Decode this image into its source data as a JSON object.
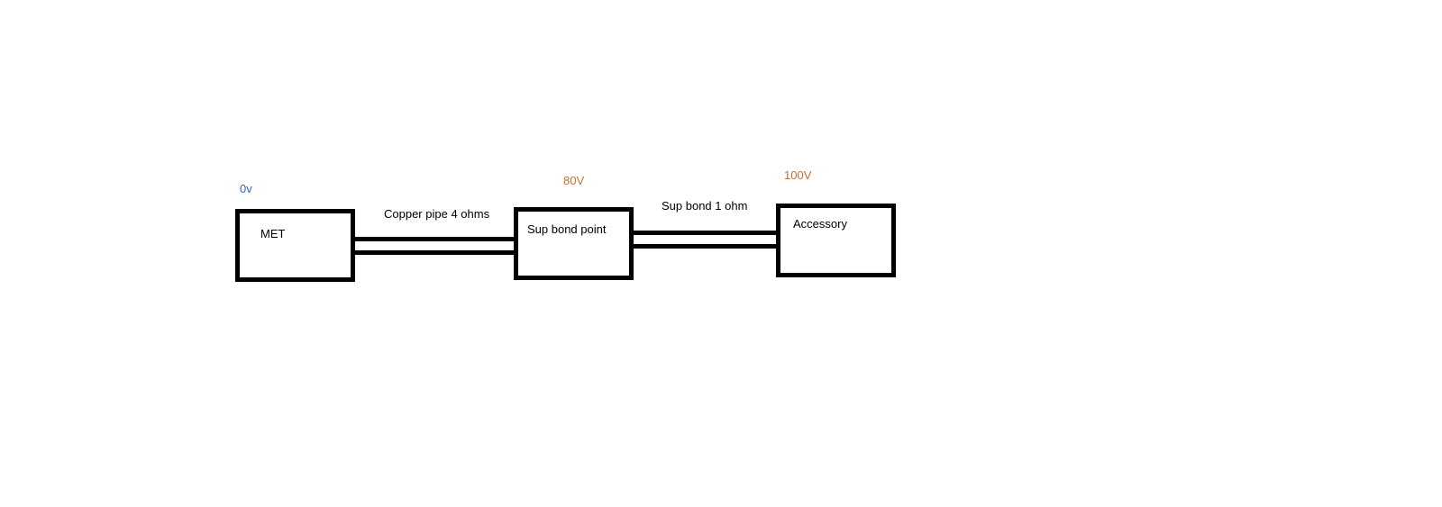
{
  "nodes": {
    "met": {
      "label": "MET",
      "voltage": "0v"
    },
    "sup_bond_point": {
      "label": "Sup bond point",
      "voltage": "80V"
    },
    "accessory": {
      "label": "Accessory",
      "voltage": "100V"
    }
  },
  "connections": {
    "copper_pipe": {
      "label": "Copper pipe 4 ohms"
    },
    "sup_bond": {
      "label": "Sup bond 1 ohm"
    }
  },
  "colors": {
    "outline": "#000000",
    "voltage_low": "#3a5fc8",
    "voltage_high": "#c0703a"
  }
}
